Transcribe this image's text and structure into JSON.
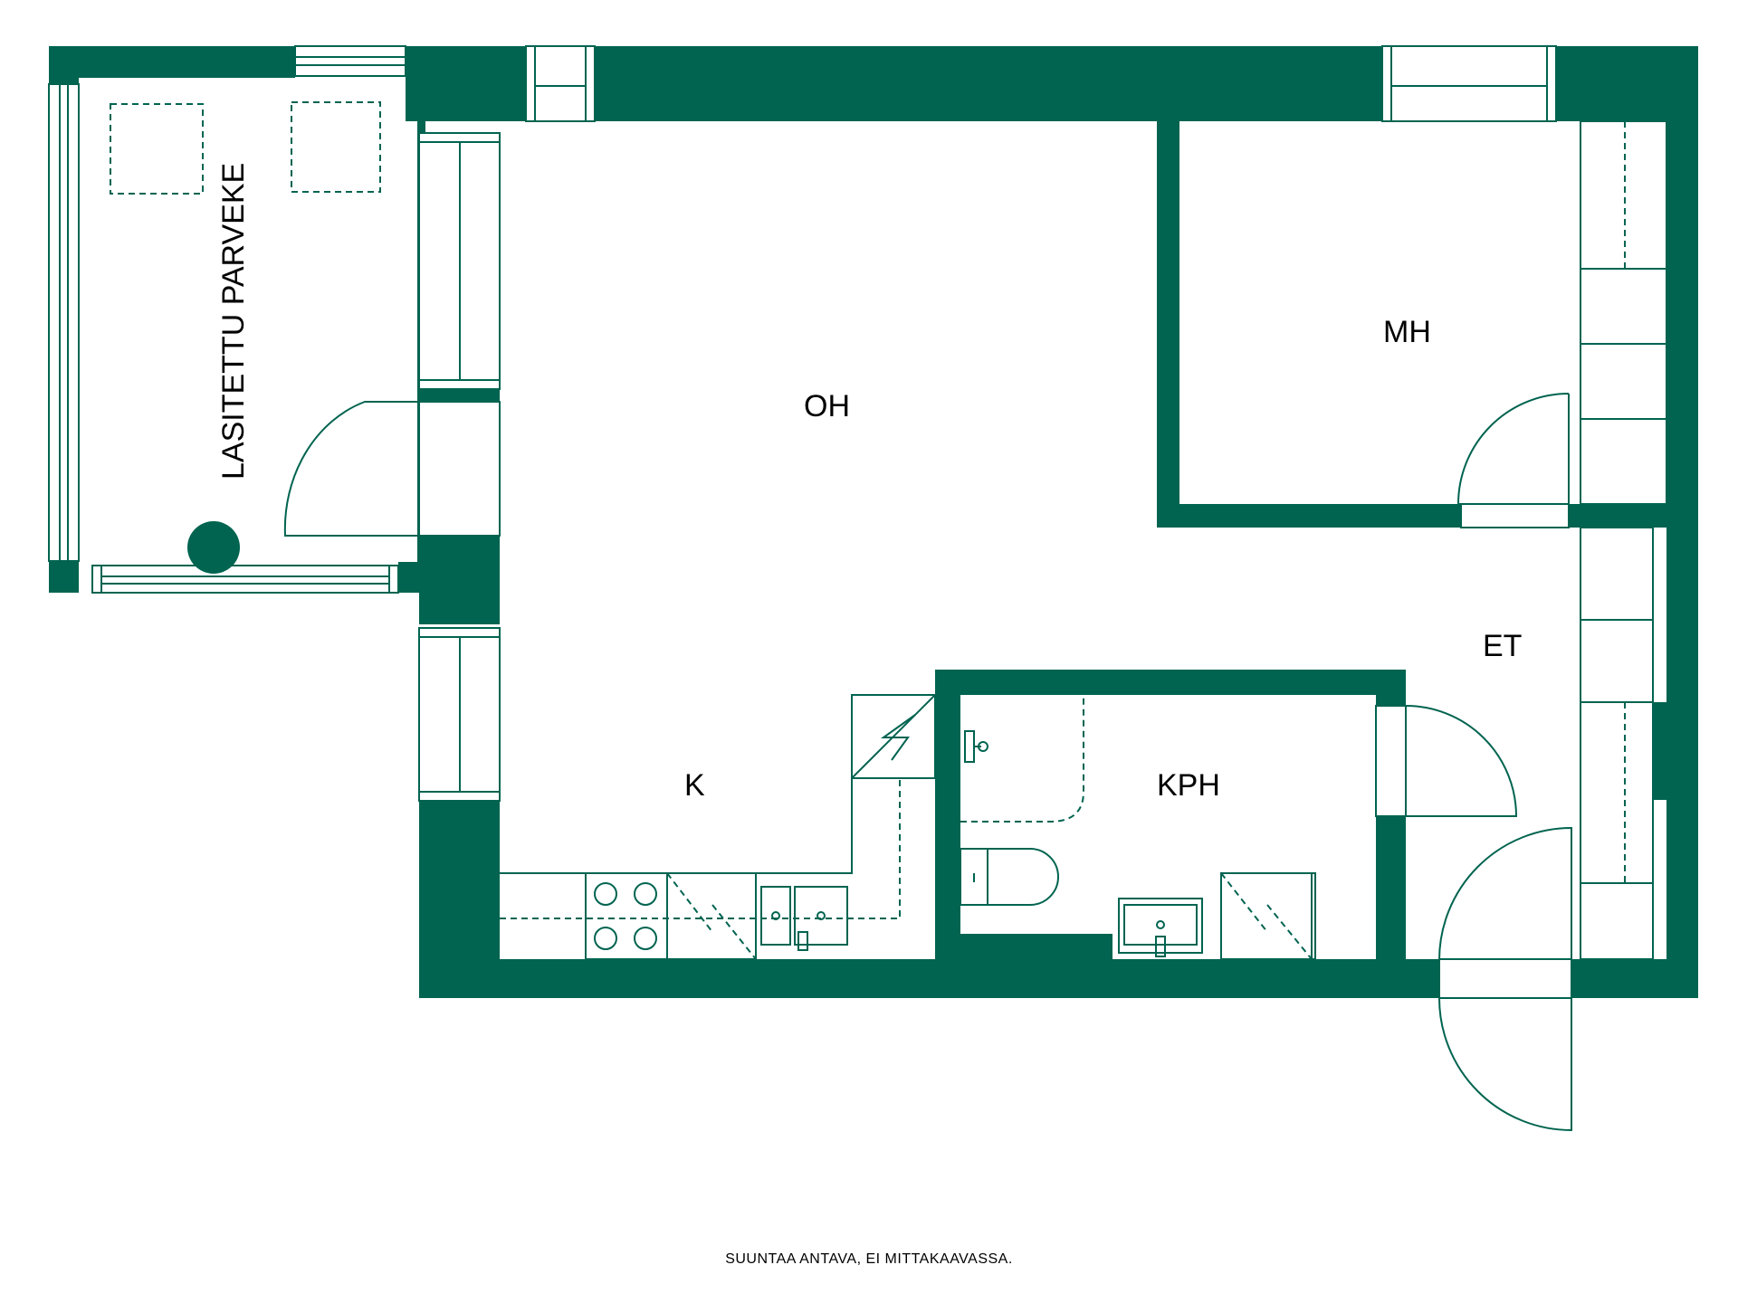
{
  "rooms": {
    "living_room": "OH",
    "bedroom": "MH",
    "hallway": "ET",
    "kitchen": "K",
    "bathroom": "KPH",
    "balcony": "LASITETTU PARVEKE"
  },
  "note": "SUUNTAA ANTAVA, EI MITTAKAAVASSA.",
  "colors": {
    "wall": "#006450",
    "background": "#ffffff"
  }
}
